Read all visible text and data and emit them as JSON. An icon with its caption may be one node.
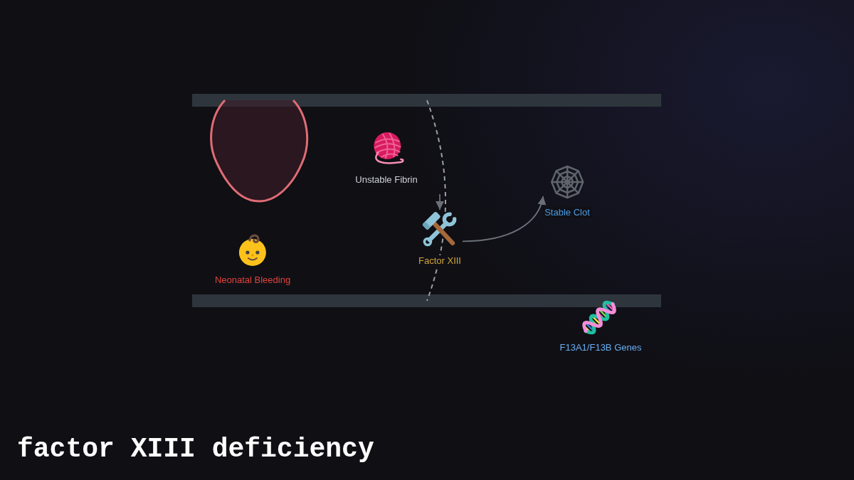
{
  "diagram": {
    "title": "factor XIII deficiency",
    "nodes": [
      {
        "text": [
          "Unstable Fibrin"
        ]
      },
      {
        "text": [
          "Stable Clot"
        ]
      },
      {
        "text": [
          "Factor XIII"
        ]
      },
      {
        "text": [
          "Neonatal Bleeding"
        ]
      },
      {
        "text": [
          "F13A1/F13B Genes"
        ]
      }
    ],
    "edges": [
      {
        "from": null,
        "to": 2,
        "arrow": "to"
      },
      {
        "from": 2,
        "to": 1,
        "arrow": "to"
      }
    ]
  }
}
